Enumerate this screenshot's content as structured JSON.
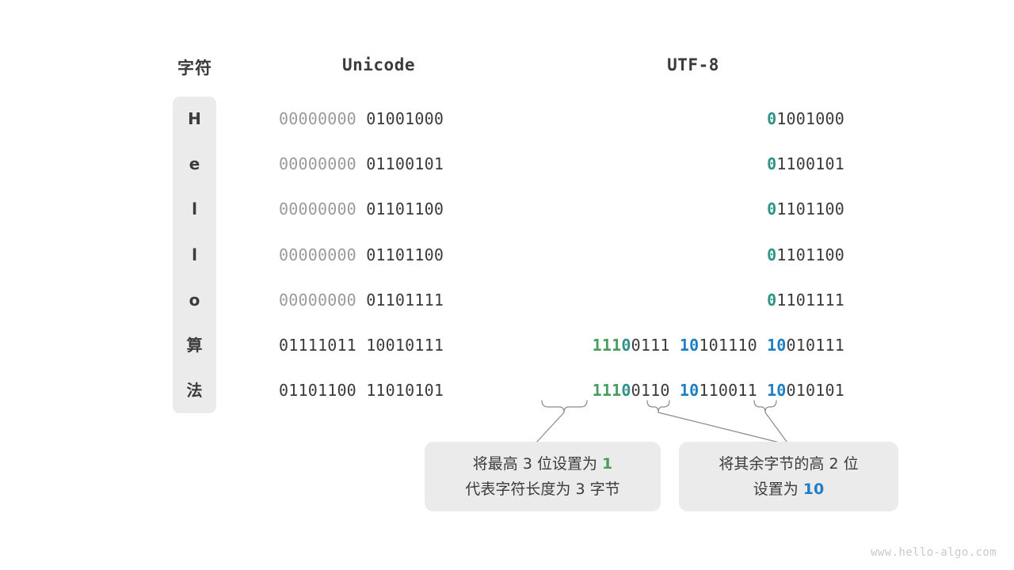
{
  "headers": {
    "character": "字符",
    "unicode": "Unicode",
    "utf8": "UTF-8"
  },
  "colors": {
    "green": "#4a9d5f",
    "teal": "#2f9485",
    "blue": "#1f7fc4",
    "dark": "#3b3b3b",
    "dim": "#9a9a9a",
    "panel": "#ebebeb",
    "background": "#ffffff",
    "watermark": "#c9c9c9"
  },
  "rows": [
    {
      "char": "H",
      "unicode_high": "00000000",
      "unicode_low": "01001000",
      "utf8_bytes": [
        {
          "marker": "0",
          "marker_color": "teal",
          "rest": "1001000"
        }
      ]
    },
    {
      "char": "e",
      "unicode_high": "00000000",
      "unicode_low": "01100101",
      "utf8_bytes": [
        {
          "marker": "0",
          "marker_color": "teal",
          "rest": "1100101"
        }
      ]
    },
    {
      "char": "l",
      "unicode_high": "00000000",
      "unicode_low": "01101100",
      "utf8_bytes": [
        {
          "marker": "0",
          "marker_color": "teal",
          "rest": "1101100"
        }
      ]
    },
    {
      "char": "l",
      "unicode_high": "00000000",
      "unicode_low": "01101100",
      "utf8_bytes": [
        {
          "marker": "0",
          "marker_color": "teal",
          "rest": "1101100"
        }
      ]
    },
    {
      "char": "o",
      "unicode_high": "00000000",
      "unicode_low": "01101111",
      "utf8_bytes": [
        {
          "marker": "0",
          "marker_color": "teal",
          "rest": "1101111"
        }
      ]
    },
    {
      "char": "算",
      "unicode_high": "01111011",
      "unicode_low": "10010111",
      "unicode_high_dark": true,
      "utf8_bytes": [
        {
          "marker": "111",
          "marker_color": "green",
          "marker2": "0",
          "marker2_color": "teal",
          "rest": "0111"
        },
        {
          "marker": "10",
          "marker_color": "blue",
          "rest": "101110"
        },
        {
          "marker": "10",
          "marker_color": "blue",
          "rest": "010111"
        }
      ]
    },
    {
      "char": "法",
      "unicode_high": "01101100",
      "unicode_low": "11010101",
      "unicode_high_dark": true,
      "utf8_bytes": [
        {
          "marker": "111",
          "marker_color": "green",
          "marker2": "0",
          "marker2_color": "teal",
          "rest": "0110"
        },
        {
          "marker": "10",
          "marker_color": "blue",
          "rest": "110011"
        },
        {
          "marker": "10",
          "marker_color": "blue",
          "rest": "010101"
        }
      ]
    }
  ],
  "callouts": {
    "left": {
      "line1_a": "将最高 ",
      "line1_b": "3",
      "line1_c": " 位设置为 ",
      "line1_d": "1",
      "line2": "代表字符长度为 3 字节"
    },
    "right": {
      "line1": "将其余字节的高 2 位",
      "line2_a": "设置为 ",
      "line2_b": "10"
    }
  },
  "watermark": "www.hello-algo.com"
}
